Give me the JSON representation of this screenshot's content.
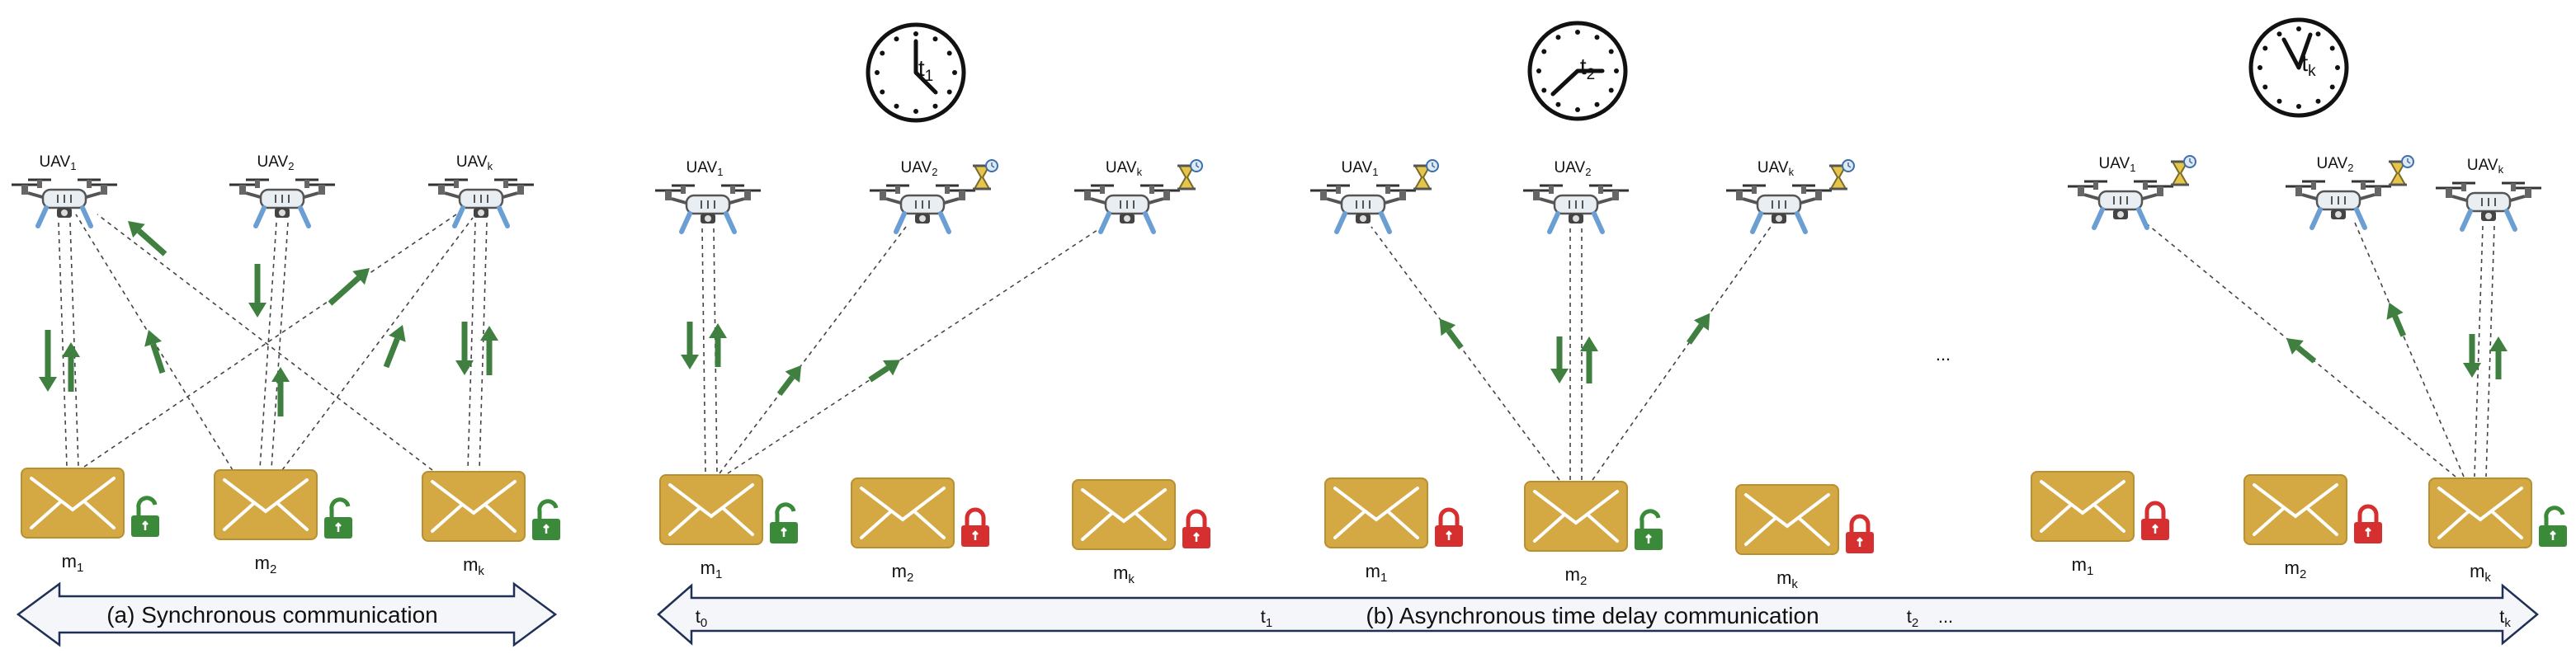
{
  "synchronous": {
    "caption": "(a) Synchronous communication",
    "uavs": [
      {
        "name": "UAV",
        "sub": "1",
        "timer": false
      },
      {
        "name": "UAV",
        "sub": "2",
        "timer": false
      },
      {
        "name": "UAV",
        "sub": "k",
        "timer": false
      }
    ],
    "messages": [
      {
        "name": "m",
        "sub": "1",
        "lock": "unlocked"
      },
      {
        "name": "m",
        "sub": "2",
        "lock": "unlocked"
      },
      {
        "name": "m",
        "sub": "k",
        "lock": "unlocked"
      }
    ]
  },
  "asynchronous": {
    "caption": "(b) Asynchronous time delay communication",
    "ellipsis": "...",
    "timeline_ticks": [
      {
        "name": "t",
        "sub": "0"
      },
      {
        "name": "t",
        "sub": "1"
      },
      {
        "name": "t",
        "sub": "2"
      },
      {
        "name": "...",
        "sub": ""
      },
      {
        "name": "t",
        "sub": "k"
      }
    ],
    "stages": [
      {
        "clock": {
          "name": "t",
          "sub": "1"
        },
        "uavs": [
          {
            "name": "UAV",
            "sub": "1",
            "timer": false
          },
          {
            "name": "UAV",
            "sub": "2",
            "timer": true
          },
          {
            "name": "UAV",
            "sub": "k",
            "timer": true
          }
        ],
        "messages": [
          {
            "name": "m",
            "sub": "1",
            "lock": "unlocked"
          },
          {
            "name": "m",
            "sub": "2",
            "lock": "locked"
          },
          {
            "name": "m",
            "sub": "k",
            "lock": "locked"
          }
        ]
      },
      {
        "clock": {
          "name": "t",
          "sub": "2"
        },
        "uavs": [
          {
            "name": "UAV",
            "sub": "1",
            "timer": true
          },
          {
            "name": "UAV",
            "sub": "2",
            "timer": false
          },
          {
            "name": "UAV",
            "sub": "k",
            "timer": true
          }
        ],
        "messages": [
          {
            "name": "m",
            "sub": "1",
            "lock": "locked"
          },
          {
            "name": "m",
            "sub": "2",
            "lock": "unlocked"
          },
          {
            "name": "m",
            "sub": "k",
            "lock": "locked"
          }
        ]
      },
      {
        "clock": {
          "name": "t",
          "sub": "k"
        },
        "uavs": [
          {
            "name": "UAV",
            "sub": "1",
            "timer": true
          },
          {
            "name": "UAV",
            "sub": "2",
            "timer": true
          },
          {
            "name": "UAV",
            "sub": "k",
            "timer": false
          }
        ],
        "messages": [
          {
            "name": "m",
            "sub": "1",
            "lock": "locked"
          },
          {
            "name": "m",
            "sub": "2",
            "lock": "locked"
          },
          {
            "name": "m",
            "sub": "k",
            "lock": "unlocked"
          }
        ]
      }
    ]
  },
  "colors": {
    "arrow": "#3f7f3f",
    "envelope": "#d4a843",
    "lock_open": "#3a8a3a",
    "lock_closed": "#d62f2f",
    "hourglass": "#e6c64a",
    "banner_fill": "#f4f6fa",
    "banner_stroke": "#1f2f55"
  },
  "icons": {
    "uav": "drone-icon",
    "message": "envelope-icon",
    "open_lock": "unlocked-padlock-icon",
    "closed_lock": "locked-padlock-icon",
    "timer": "hourglass-clock-icon",
    "clock": "clock-icon"
  }
}
